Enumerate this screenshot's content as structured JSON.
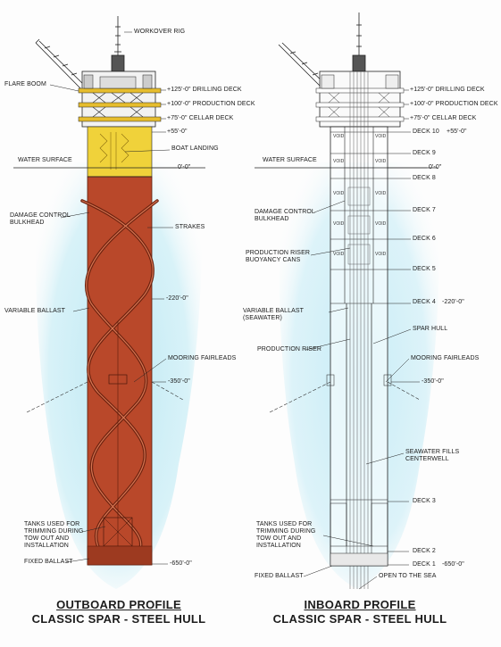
{
  "outboard": {
    "title": "OUTBOARD PROFILE",
    "subtitle": "CLASSIC SPAR - STEEL HULL",
    "labels": {
      "workover_rig": "WORKOVER RIG",
      "flare_boom": "FLARE BOOM",
      "drilling_deck": "+125'-0\" DRILLING DECK",
      "production_deck": "+100'-0\" PRODUCTION DECK",
      "cellar_deck": "+75'-0\" CELLAR DECK",
      "elev_55": "+55'-0\"",
      "boat_landing": "BOAT LANDING",
      "water_surface": "WATER SURFACE",
      "elev_0": "0'-0\"",
      "damage_control": "DAMAGE CONTROL",
      "bulkhead": "BULKHEAD",
      "strakes": "STRAKES",
      "variable_ballast": "VARIABLE BALLAST",
      "elev_220": "-220'-0\"",
      "mooring_fairleads": "MOORING FAIRLEADS",
      "elev_350": "-350'-0\"",
      "tanks_1": "TANKS USED FOR",
      "tanks_2": "TRIMMING DURING",
      "tanks_3": "TOW OUT AND",
      "tanks_4": "INSTALLATION",
      "fixed_ballast": "FIXED BALLAST",
      "elev_650": "-650'-0\""
    }
  },
  "inboard": {
    "title": "INBOARD PROFILE",
    "subtitle": "CLASSIC SPAR - STEEL HULL",
    "labels": {
      "drilling_deck": "+125'-0\" DRILLING DECK",
      "production_deck": "+100'-0\" PRODUCTION DECK",
      "cellar_deck": "+75'-0\" CELLAR DECK",
      "deck10": "DECK 10",
      "elev_55": "+55'-0\"",
      "water_surface": "WATER SURFACE",
      "deck9": "DECK 9",
      "elev_0": "0'-0\"",
      "deck8": "DECK 8",
      "damage_control": "DAMAGE CONTROL",
      "bulkhead": "BULKHEAD",
      "deck7": "DECK 7",
      "deck6": "DECK 6",
      "riser_cans_1": "PRODUCTION RISER",
      "riser_cans_2": "BUOYANCY CANS",
      "deck5": "DECK 5",
      "deck4": "DECK 4",
      "elev_220": "-220'-0\"",
      "variable_ballast_1": "VARIABLE BALLAST",
      "variable_ballast_2": "(SEAWATER)",
      "spar_hull": "SPAR HULL",
      "production_riser": "PRODUCTION RISER",
      "mooring_fairleads": "MOORING FAIRLEADS",
      "elev_350": "-350'-0\"",
      "seawater_1": "SEAWATER FILLS",
      "seawater_2": "CENTERWELL",
      "deck3": "DECK 3",
      "tanks_1": "TANKS USED FOR",
      "tanks_2": "TRIMMING DURING",
      "tanks_3": "TOW OUT AND",
      "tanks_4": "INSTALLATION",
      "deck2": "DECK 2",
      "deck1": "DECK 1",
      "elev_650": "-650'-0\"",
      "fixed_ballast": "FIXED BALLAST",
      "open_sea": "OPEN TO THE SEA",
      "void": "VOID"
    }
  },
  "colors": {
    "hull": "#b9482a",
    "hull_dark": "#8a2f18",
    "topside_yellow": "#f0d23a",
    "deck_beam": "#e2b92c",
    "water": "#cfeef6",
    "line": "#222222"
  }
}
